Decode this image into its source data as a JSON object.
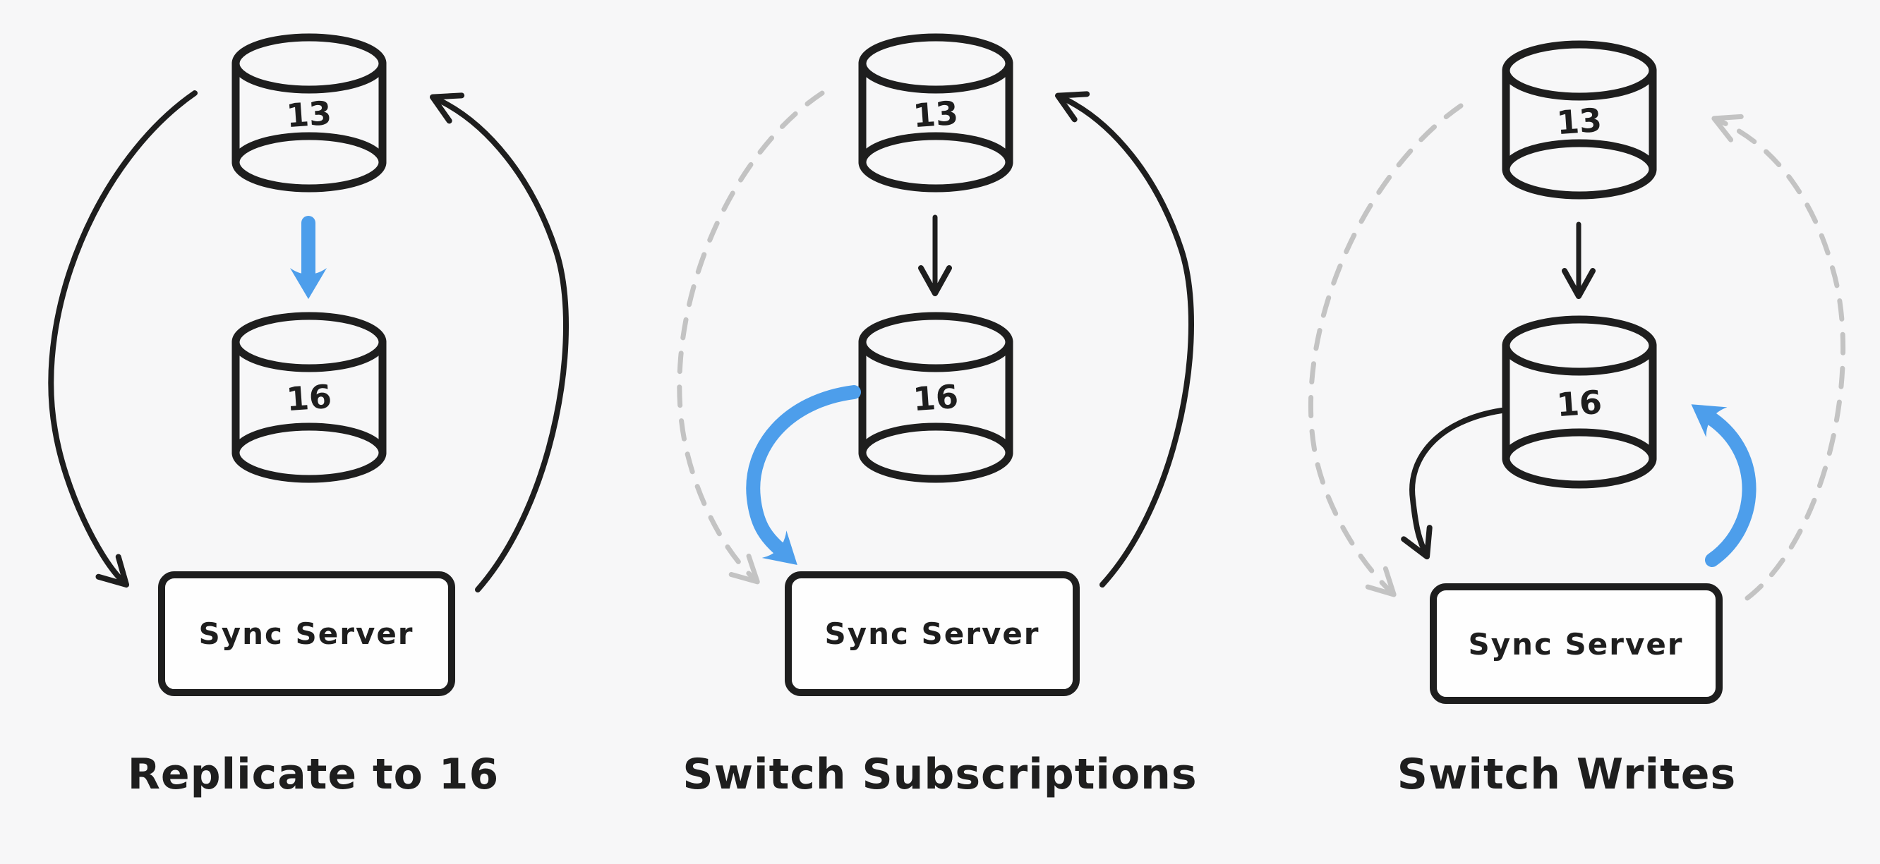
{
  "colors": {
    "bg": "#f7f7f8",
    "ink": "#1e1e1e",
    "blue": "#4d9eeb",
    "gray": "#c3c3c3",
    "box": "#fefefe"
  },
  "panels": [
    {
      "title": "Replicate to 16",
      "top_db_label": "13",
      "bottom_db_label": "16",
      "server_label": "Sync Server"
    },
    {
      "title": "Switch Subscriptions",
      "top_db_label": "13",
      "bottom_db_label": "16",
      "server_label": "Sync Server"
    },
    {
      "title": "Switch Writes",
      "top_db_label": "13",
      "bottom_db_label": "16",
      "server_label": "Sync Server"
    }
  ]
}
